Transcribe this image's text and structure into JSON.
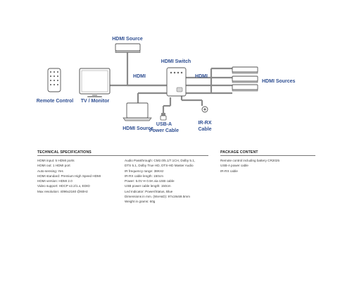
{
  "diagram": {
    "hdmi_source_top": "HDMI Source",
    "hdmi_switch": "HDMI Switch",
    "hdmi_left": "HDMI",
    "hdmi_right": "HDMI",
    "hdmi_sources_right": "HDMI Sources",
    "remote_control": "Remote Control",
    "tv_monitor": "TV / Monitor",
    "hdmi_source_bottom": "HDMI Source",
    "usb_line1": "USB-A",
    "usb_line2": "Power Cable",
    "irrx_line1": "IR-RX",
    "irrx_line2": "Cable"
  },
  "technical_specifications": {
    "heading": "TECHNICAL SPECIFICATIONS",
    "col1": [
      "HDMI input: 5 HDMI ports",
      "HDMI out: 1 HDMI port",
      "Auto-sensing: Yes",
      "HDMI standard: Premium High Speed HDMI",
      "HDMI version: HDMI 2.0",
      "Video support: HDCP v2.2/1.x, EDID",
      "Max resolution: 4096x2160 @60Hz"
    ],
    "col2": [
      "Audio Passthrough: CM2.0/5.1/7.1CH, Dolby 5.1,",
      "DTS 5.1, Dolby True HD, DTS-HD Master Audio",
      "IR frequency range: 38KHz",
      "IR-RX cable length: 150cm",
      "Power: 5.0V ⎓ 0.9A via USB cable",
      "USB power cable length: 150cm",
      "Led Indicator: Power/Status, Blue",
      "Dimensions in mm. (WxHxD): 97x19x59.5mm",
      "Weight in grams: 60g"
    ]
  },
  "package_content": {
    "heading": "PACKAGE CONTENT",
    "items": [
      "Remote control including battery CR2025",
      "USB-A power cable",
      "IR-RX cable"
    ]
  }
}
